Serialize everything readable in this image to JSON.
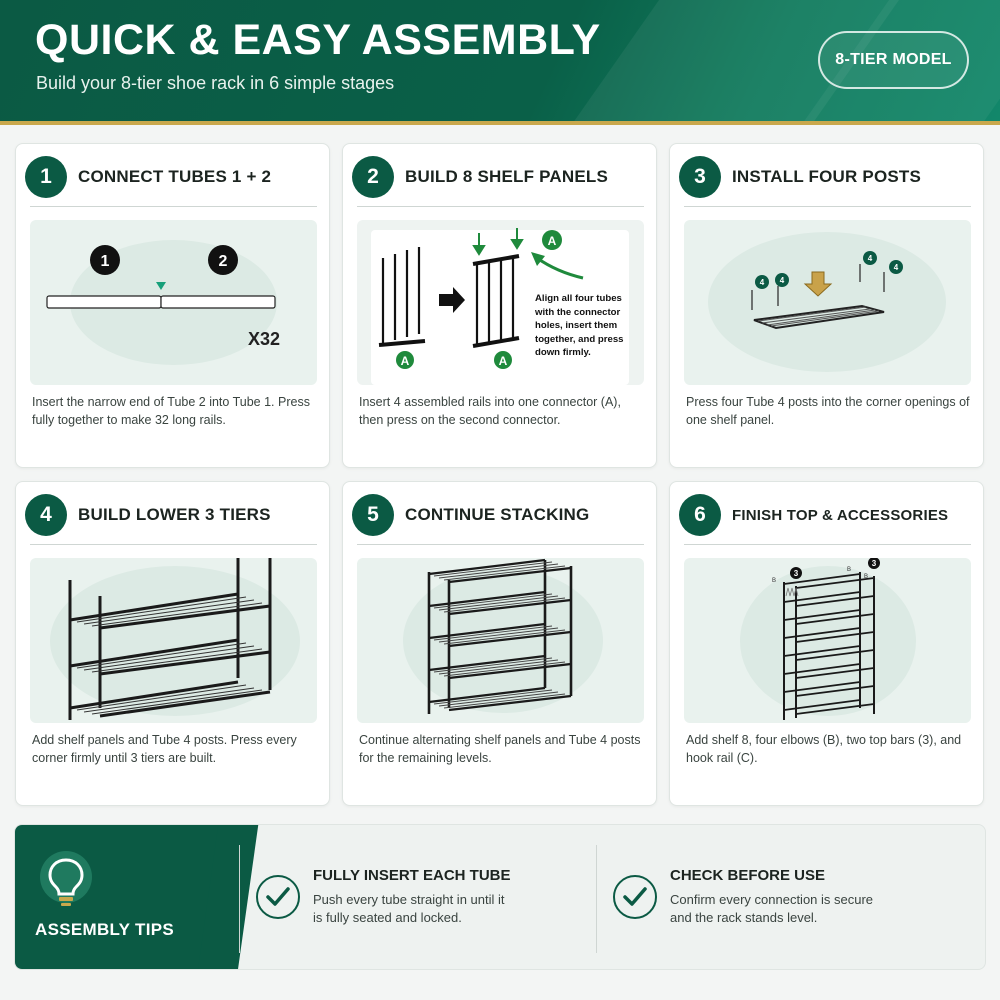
{
  "header": {
    "title": "QUICK & EASY ASSEMBLY",
    "subtitle": "Build your 8-tier shoe rack in 6 simple stages",
    "badge": "8-TIER MODEL"
  },
  "colors": {
    "brand_green": "#0b5a44",
    "gold_accent": "#c9a84c",
    "arrow_green": "#1f8a3c",
    "arrow_gold": "#c9a24a"
  },
  "steps": [
    {
      "number": "1",
      "title": "CONNECT TUBES 1 + 2",
      "description": "Insert the narrow end of Tube 2 into Tube 1. Press fully together to make 32 long rails.",
      "illustration": {
        "labels": [
          "1",
          "2"
        ],
        "multiplier": "X32"
      }
    },
    {
      "number": "2",
      "title": "BUILD 8 SHELF PANELS",
      "description": "Insert 4 assembled rails into one connector (A), then press on the second connector.",
      "illustration": {
        "connector": "A",
        "callout": "Align all four tubes with the connector holes, insert them together, and press down firmly."
      }
    },
    {
      "number": "3",
      "title": "INSTALL FOUR POSTS",
      "description": "Press four Tube 4 posts into the corner openings of one shelf panel.",
      "illustration": {
        "post_label": "4"
      }
    },
    {
      "number": "4",
      "title": "BUILD LOWER 3 TIERS",
      "description": "Add shelf panels and Tube 4 posts. Press every corner firmly until 3 tiers are built."
    },
    {
      "number": "5",
      "title": "CONTINUE STACKING",
      "description": "Continue alternating shelf panels and Tube 4 posts for the remaining levels."
    },
    {
      "number": "6",
      "title": "FINISH TOP & ACCESSORIES",
      "description": "Add shelf 8, four elbows (B), two top bars (3), and hook rail (C).",
      "illustration": {
        "bar_label": "3",
        "elbow_label": "B"
      }
    }
  ],
  "tips": {
    "label": "ASSEMBLY TIPS",
    "items": [
      {
        "title": "FULLY INSERT EACH TUBE",
        "text": "Push every tube straight in until it is fully seated and locked."
      },
      {
        "title": "CHECK BEFORE USE",
        "text": "Confirm every connection is secure and the rack stands level."
      }
    ]
  }
}
